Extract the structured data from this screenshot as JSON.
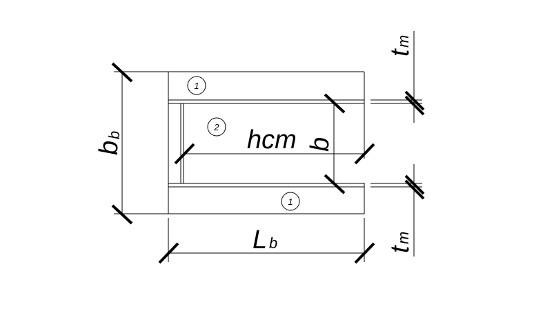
{
  "labels": {
    "bb_main": "b",
    "bb_sub": "b",
    "hcm": "hcm",
    "b": "b",
    "lb_main": "L",
    "lb_sub": "b",
    "tm_top_main": "t",
    "tm_top_sub": "m",
    "tm_bottom_main": "t",
    "tm_bottom_sub": "m"
  },
  "callouts": {
    "plate_top": "1",
    "web": "2",
    "plate_bottom": "1"
  }
}
